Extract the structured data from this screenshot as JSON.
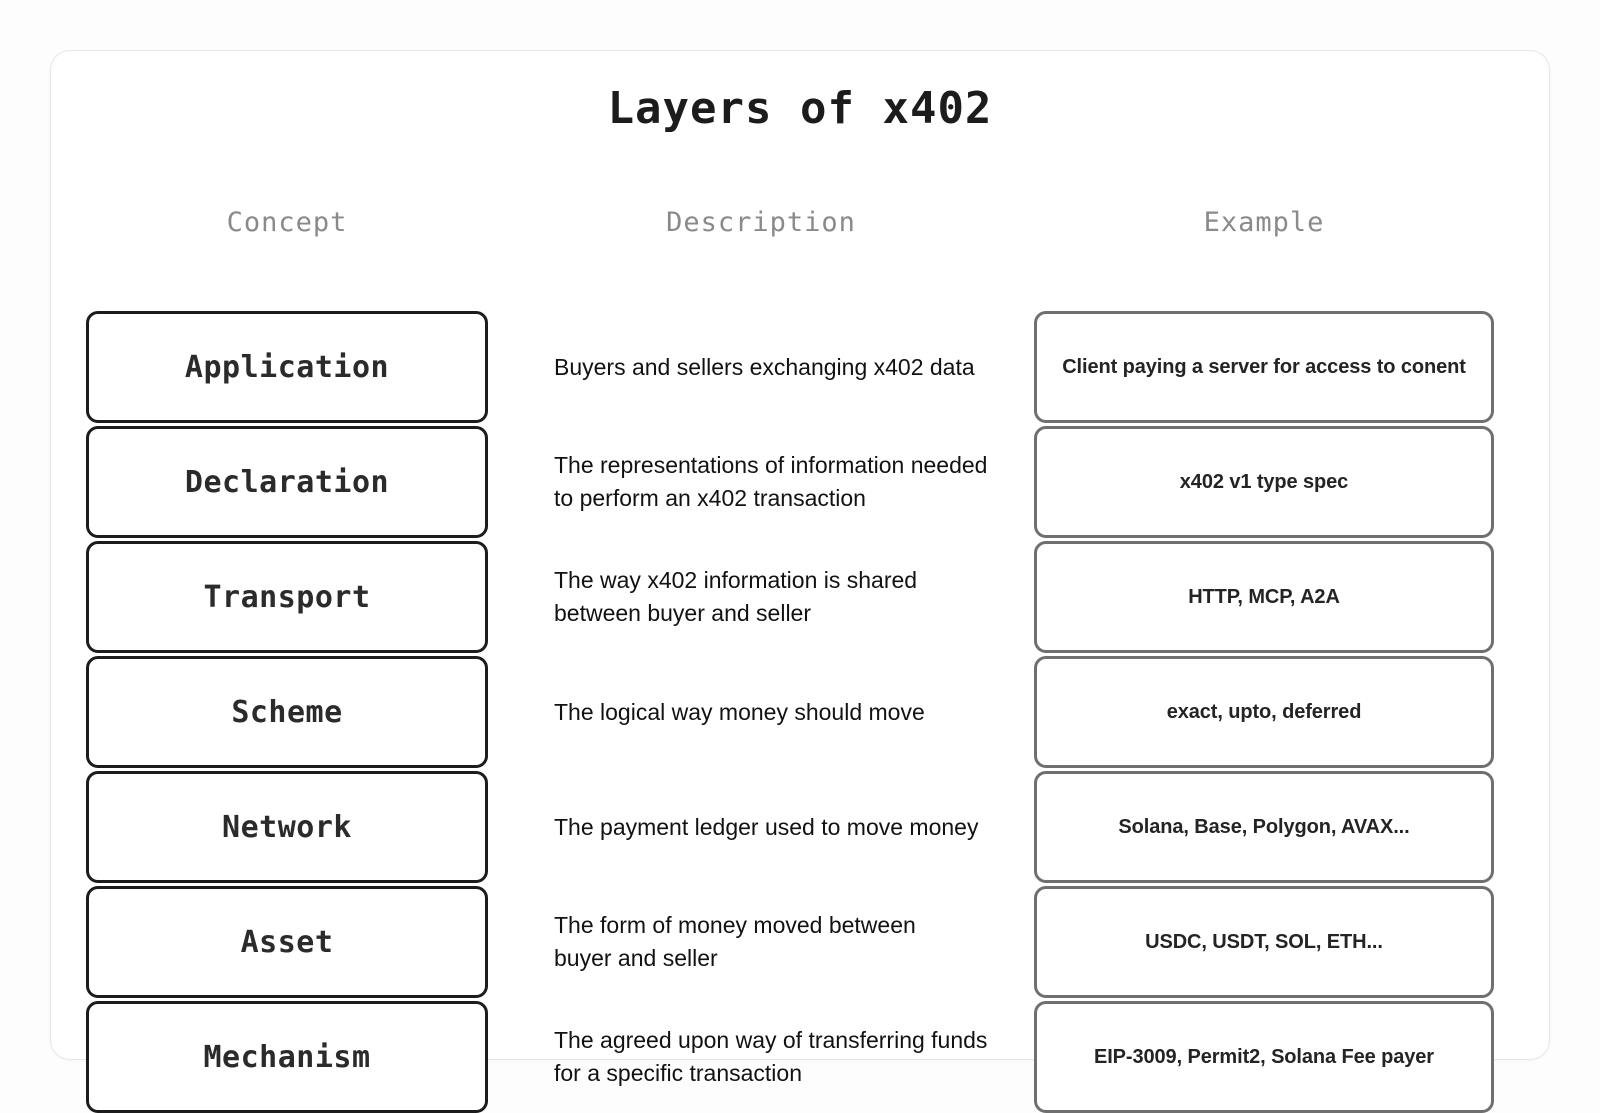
{
  "title": "Layers of x402",
  "columns": {
    "concept": "Concept",
    "description": "Description",
    "example": "Example"
  },
  "rows": [
    {
      "concept": "Application",
      "description": "Buyers and sellers exchanging x402 data",
      "example": "Client paying a server for access to conent"
    },
    {
      "concept": "Declaration",
      "description": "The representations of information needed\nto perform an x402 transaction",
      "example": "x402 v1 type spec"
    },
    {
      "concept": "Transport",
      "description": "The way x402 information is shared\nbetween buyer and seller",
      "example": "HTTP, MCP, A2A"
    },
    {
      "concept": "Scheme",
      "description": "The logical way money should move",
      "example": "exact, upto, deferred"
    },
    {
      "concept": "Network",
      "description": "The payment ledger used to move money",
      "example": "Solana, Base, Polygon, AVAX..."
    },
    {
      "concept": "Asset",
      "description": "The form of money moved between\nbuyer and seller",
      "example": "USDC, USDT, SOL, ETH..."
    },
    {
      "concept": "Mechanism",
      "description": "The agreed upon way of transferring funds\nfor a specific transaction",
      "example": "EIP-3009, Permit2, Solana Fee payer"
    }
  ],
  "colors": {
    "concept_border": "#1c1c1c",
    "example_border": "#6f6f6f",
    "header_text": "#8a8a8a",
    "body_text": "#121212",
    "card_border": "#e7e7e7",
    "background": "#fdfdfd"
  }
}
